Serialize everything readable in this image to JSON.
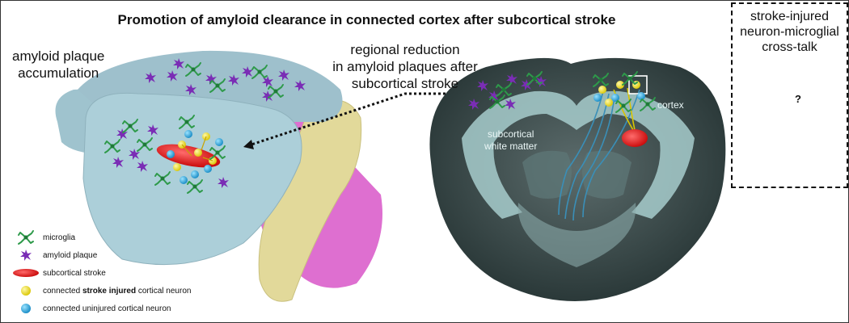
{
  "title": "Promotion of amyloid clearance in connected cortex after subcortical stroke",
  "labels": {
    "amyloid_accumulation": [
      "amyloid plaque",
      "accumulation"
    ],
    "regional_reduction": [
      "regional reduction",
      "in amyloid plaques after",
      "subcortical stroke"
    ],
    "subcortical_white_matter": [
      "subcortical",
      "white matter"
    ],
    "cortex": "cortex"
  },
  "inset": {
    "title": [
      "stroke-injured",
      "neuron-microglial",
      "cross-talk"
    ],
    "question_mark": "?"
  },
  "legend": [
    {
      "icon": "microglia-icon",
      "label": "microglia",
      "color": "#2e9a4a"
    },
    {
      "icon": "amyloid-plaque-icon",
      "label": "amyloid plaque",
      "color": "#7a2db5"
    },
    {
      "icon": "stroke-icon",
      "label": "subcortical stroke",
      "color": "#e01b1b"
    },
    {
      "icon": "injured-neuron-icon",
      "label_prefix": "connected ",
      "label_bold": "stroke injured",
      "label_suffix": " cortical neuron",
      "color": "#f2e21a"
    },
    {
      "icon": "uninjured-neuron-icon",
      "label": "connected uninjured cortical neuron",
      "color": "#1ea0d6"
    }
  ],
  "colors": {
    "brain": "#a9cbd6",
    "cerebellum": "#e2d99a",
    "brainstem": "#de6fd0",
    "stroke": "#e01b1b",
    "section_bg": "#2d3c3c"
  }
}
